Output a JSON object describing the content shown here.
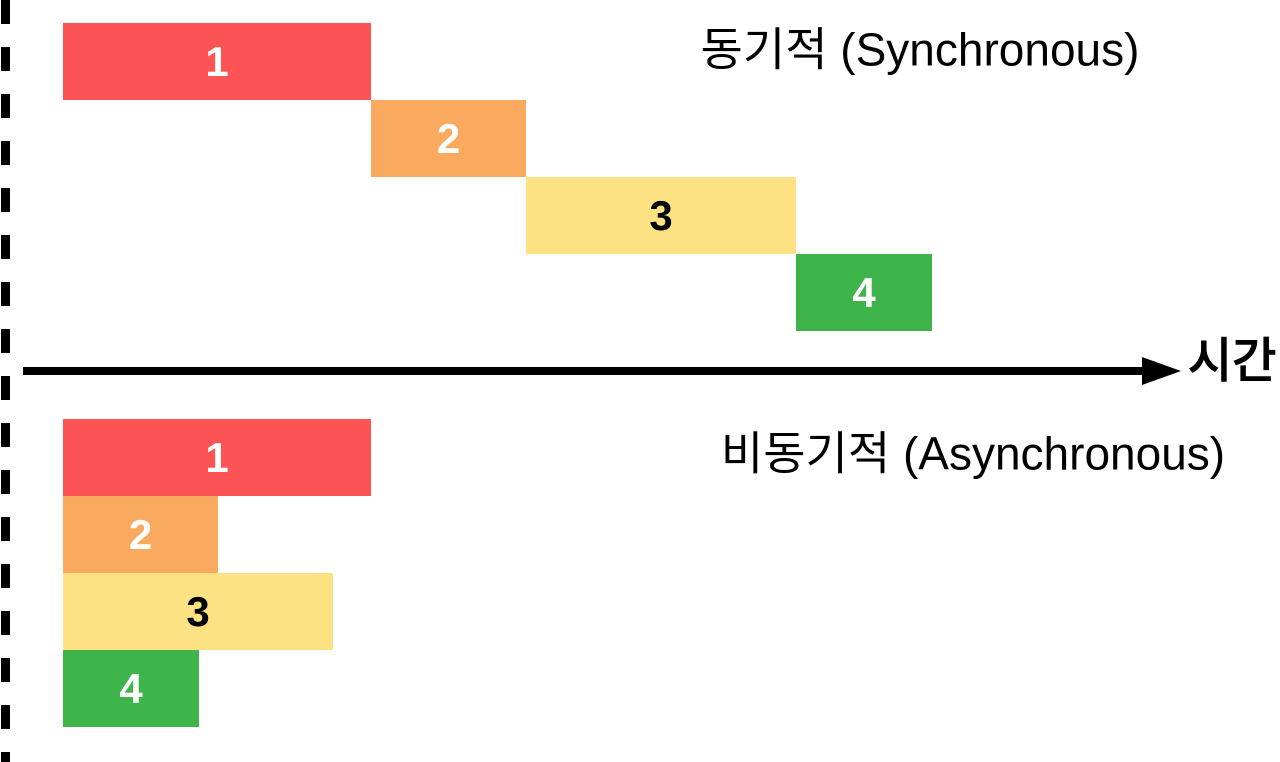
{
  "diagram": {
    "background_color": "#FFFFFF",
    "start_line_color": "#000000",
    "axis_color": "#000000"
  },
  "chart_data": {
    "type": "gantt-comparison",
    "time_axis_label": "시간",
    "legend_position": "none",
    "grid": false,
    "sections": [
      {
        "id": "synchronous",
        "title": "동기적 (Synchronous)",
        "execution": "sequential",
        "bars": [
          {
            "label": "1",
            "start": 0,
            "duration": 308,
            "color": "#FC5355",
            "label_color": "#FFFFFF"
          },
          {
            "label": "2",
            "start": 308,
            "duration": 155,
            "color": "#FAAA5F",
            "label_color": "#FFFFFF"
          },
          {
            "label": "3",
            "start": 463,
            "duration": 270,
            "color": "#FCE283",
            "label_color": "#000000"
          },
          {
            "label": "4",
            "start": 733,
            "duration": 136,
            "color": "#3EB44A",
            "label_color": "#FFFFFF"
          }
        ]
      },
      {
        "id": "asynchronous",
        "title": "비동기적 (Asynchronous)",
        "execution": "parallel",
        "bars": [
          {
            "label": "1",
            "start": 0,
            "duration": 308,
            "color": "#FC5355",
            "label_color": "#FFFFFF"
          },
          {
            "label": "2",
            "start": 0,
            "duration": 155,
            "color": "#FAAA5F",
            "label_color": "#FFFFFF"
          },
          {
            "label": "3",
            "start": 0,
            "duration": 270,
            "color": "#FCE283",
            "label_color": "#000000"
          },
          {
            "label": "4",
            "start": 0,
            "duration": 136,
            "color": "#3EB44A",
            "label_color": "#FFFFFF"
          }
        ]
      }
    ]
  }
}
